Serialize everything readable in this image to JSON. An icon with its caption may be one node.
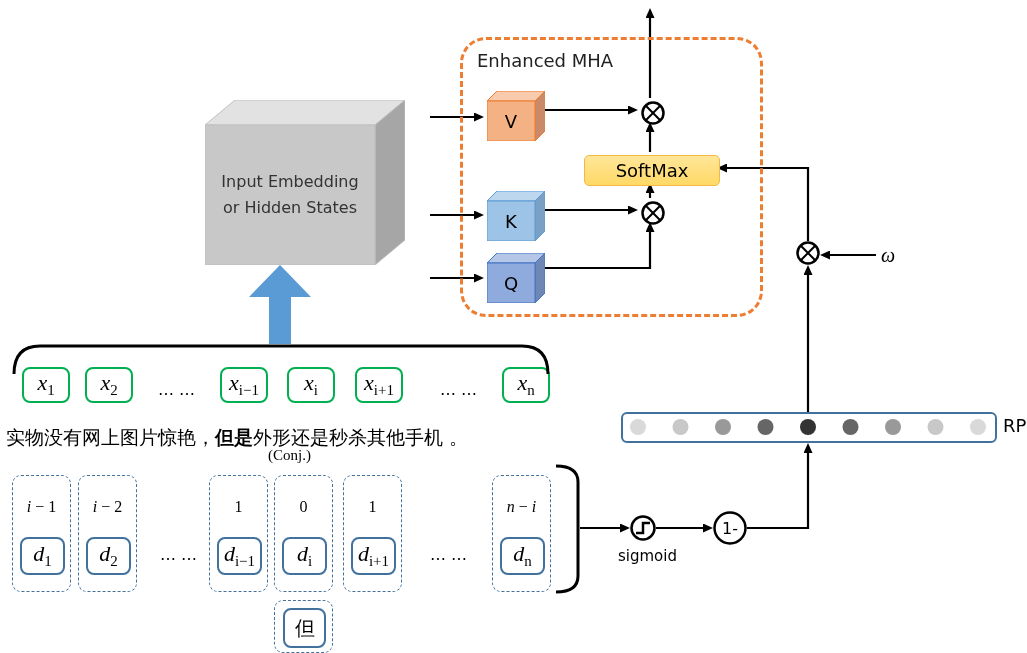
{
  "diagram": {
    "nodes": [
      {
        "text": [
          "Input Embedding or Hidden States"
        ]
      },
      {
        "text": [
          "Enhanced MHA"
        ]
      },
      {
        "text": [
          "V"
        ],
        "in": 1
      },
      {
        "text": [
          "K"
        ],
        "in": 1
      },
      {
        "text": [
          "Q"
        ],
        "in": 1
      },
      {
        "text": [
          "SoftMax"
        ],
        "in": 1
      },
      {
        "text": [],
        "shape": "circle",
        "in": 1
      },
      {
        "text": [],
        "shape": "circle",
        "in": 1
      },
      {
        "text": [],
        "shape": "circle"
      },
      {
        "text": [
          "ω"
        ]
      },
      {
        "text": [
          "RP"
        ]
      },
      {
        "text": [],
        "shape": "circle",
        "beside": [
          "sigmoid"
        ]
      },
      {
        "text": [
          "1-"
        ]
      },
      {
        "text": [
          "*x*$_{1}$"
        ]
      },
      {
        "text": [
          "*x*$_{2}$"
        ]
      },
      {
        "text": [
          "*x*$_{i−1}$"
        ]
      },
      {
        "text": [
          "*x*$_{i}$"
        ]
      },
      {
        "text": [
          "*x*$_{i+1}$"
        ]
      },
      {
        "text": [
          "*x*$_{n}$"
        ]
      },
      {
        "text": [
          "*i* − 1"
        ]
      },
      {
        "text": [
          "*d*$_{1}$"
        ],
        "in": 19
      },
      {
        "text": [
          "*i* − 2"
        ]
      },
      {
        "text": [
          "*d*$_{2}$"
        ],
        "in": 21
      },
      {
        "text": [
          "1"
        ]
      },
      {
        "text": [
          "*d*$_{i−1}$"
        ],
        "in": 23
      },
      {
        "text": [
          "0"
        ]
      },
      {
        "text": [
          "*d*$_{i}$"
        ],
        "in": 25
      },
      {
        "text": [
          "1"
        ]
      },
      {
        "text": [
          "*d*$_{i+1}$"
        ],
        "in": 27
      },
      {
        "text": [
          "*n* − *i*"
        ]
      },
      {
        "text": [
          "*d*$_{n}$"
        ],
        "in": 29
      },
      {
        "text": [],
        "shape": "box"
      },
      {
        "text": [
          "但"
        ],
        "in": 31
      },
      {
        "text": [],
        "shape": "bracket"
      },
      {
        "text": [],
        "shape": "bracket"
      }
    ],
    "edges": [
      {
        "from": 33,
        "to": 0,
        "arrow": "to",
        "style": "thick",
        "color": "#5b9bd5"
      },
      {
        "from": null,
        "to": 2,
        "arrow": "to"
      },
      {
        "from": null,
        "to": 3,
        "arrow": "to"
      },
      {
        "from": null,
        "to": 4,
        "arrow": "to"
      },
      {
        "from": 2,
        "to": 6,
        "arrow": "to"
      },
      {
        "from": 3,
        "to": 7,
        "arrow": "to"
      },
      {
        "from": 4,
        "to": 7,
        "arrow": "to"
      },
      {
        "from": 7,
        "to": 5,
        "arrow": "to"
      },
      {
        "from": 5,
        "to": 6,
        "arrow": "to"
      },
      {
        "from": 6,
        "to": null,
        "arrow": "to"
      },
      {
        "from": 9,
        "to": 8,
        "arrow": "to"
      },
      {
        "from": 10,
        "to": 8,
        "arrow": "to"
      },
      {
        "from": 8,
        "to": 5,
        "arrow": "to"
      },
      {
        "from": 34,
        "to": 11,
        "arrow": "to"
      },
      {
        "from": 11,
        "to": 12,
        "arrow": "to"
      },
      {
        "from": 12,
        "to": 10,
        "arrow": "to"
      }
    ],
    "labels": [
      "… …",
      "… …",
      "实物没有网上图片惊艳，**但是**外形还是秒杀其他手机 。",
      "(Conj.)",
      "… …",
      "… …"
    ]
  }
}
